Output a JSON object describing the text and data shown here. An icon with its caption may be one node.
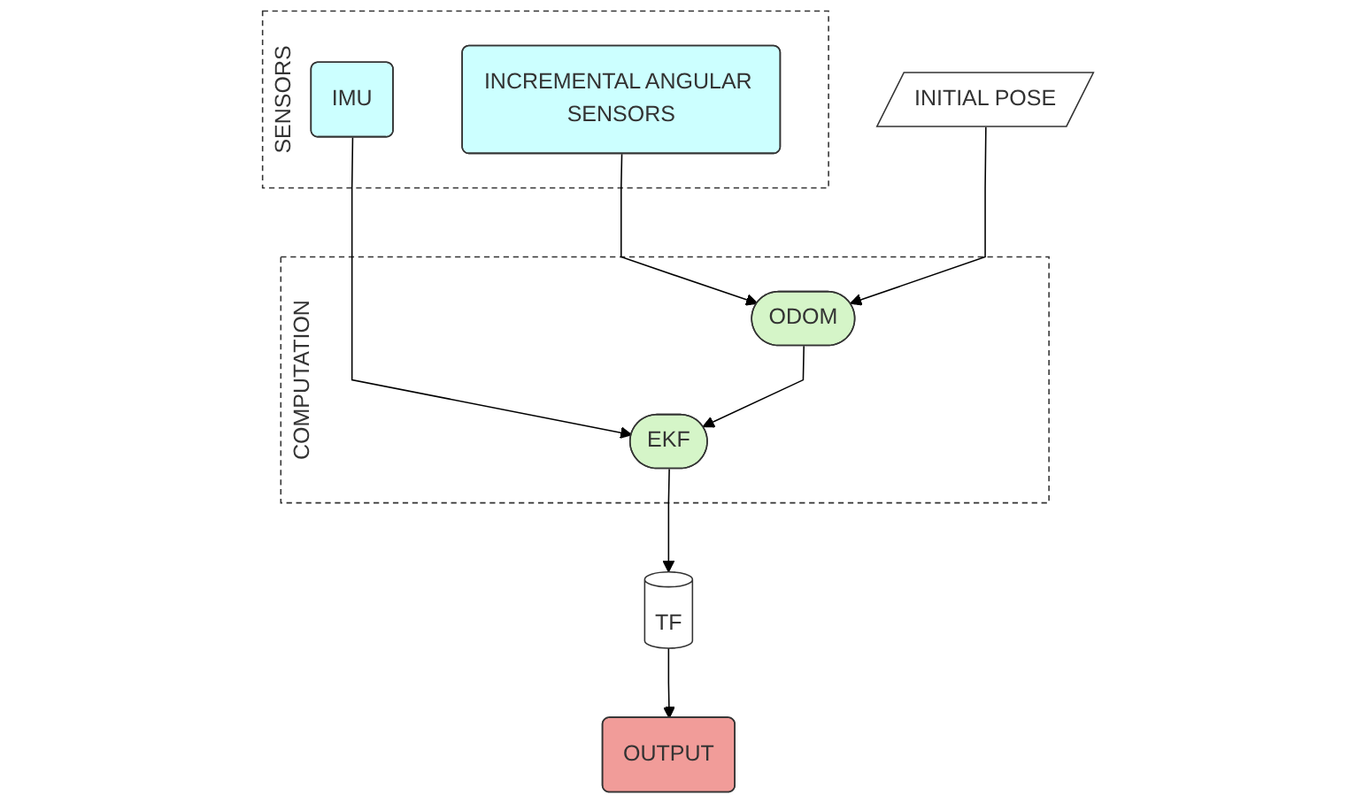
{
  "diagram": {
    "nodes": [
      {
        "text": [
          "SENSORS"
        ]
      },
      {
        "text": [
          "IMU"
        ],
        "in": 0
      },
      {
        "text": [
          "INCREMENTAL ANGULAR SENSORS"
        ],
        "in": 0
      },
      {
        "text": [
          "COMPUTATION"
        ]
      },
      {
        "text": [
          "EKF"
        ],
        "in": 3
      },
      {
        "text": [
          "ODOM"
        ],
        "in": 3
      },
      {
        "text": [
          "INITIAL POSE"
        ]
      },
      {
        "text": [
          "TF"
        ]
      },
      {
        "text": [
          "OUTPUT"
        ]
      }
    ],
    "edges": [
      {
        "from": 1,
        "to": 4,
        "arrow": "to"
      },
      {
        "from": 2,
        "to": 5,
        "arrow": "to"
      },
      {
        "from": 5,
        "to": 4,
        "arrow": "to"
      },
      {
        "from": 6,
        "to": 5,
        "arrow": "to"
      },
      {
        "from": 4,
        "to": 7,
        "arrow": "to"
      },
      {
        "from": 7,
        "to": 8,
        "arrow": "to"
      }
    ]
  }
}
